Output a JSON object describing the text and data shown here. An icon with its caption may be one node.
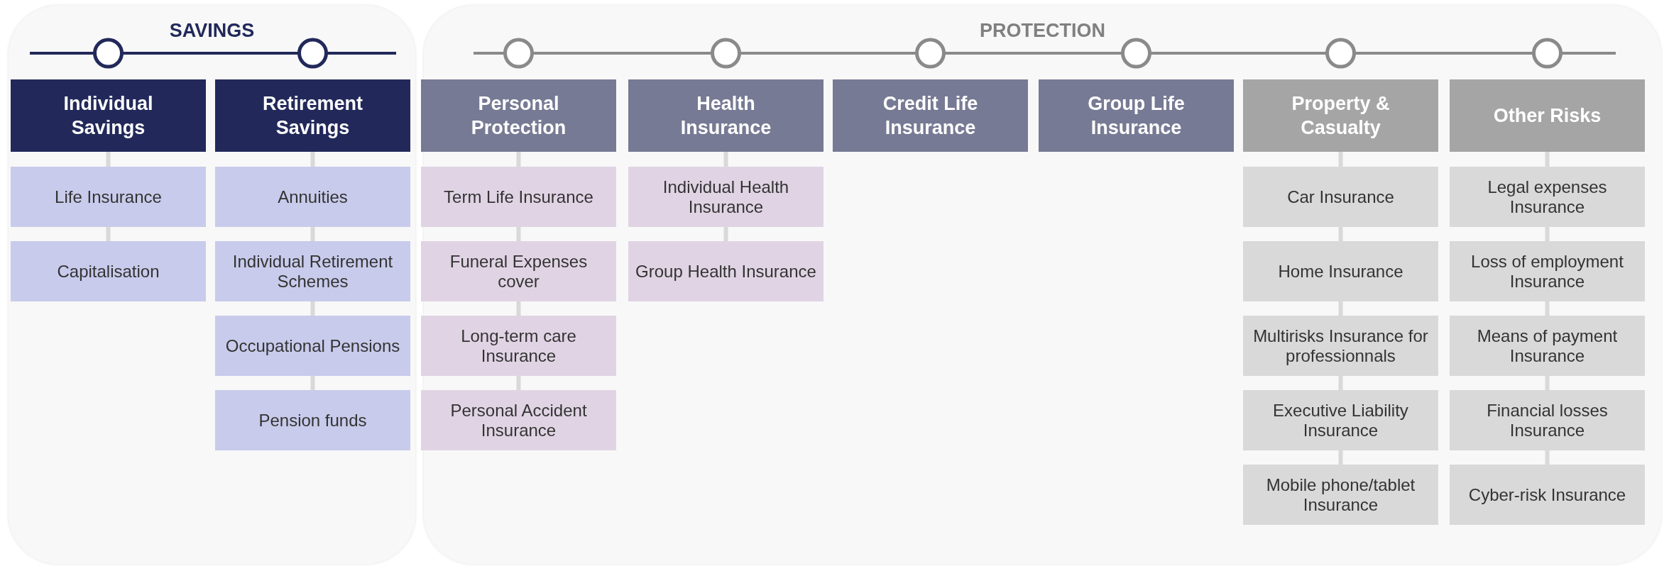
{
  "diagram": {
    "nodes": [
      {
        "text": [
          "SAVINGS"
        ]
      },
      {
        "text": [
          "Individual Savings"
        ],
        "in": 0
      },
      {
        "text": [
          "Life Insurance"
        ],
        "in": 0
      },
      {
        "text": [
          "Capitalisation"
        ],
        "in": 0
      },
      {
        "text": [
          "Retirement Savings"
        ],
        "in": 0
      },
      {
        "text": [
          "Annuities"
        ],
        "in": 0
      },
      {
        "text": [
          "Individual Retirement Schemes"
        ],
        "in": 0
      },
      {
        "text": [
          "Occupational Pensions"
        ],
        "in": 0
      },
      {
        "text": [
          "Pension funds"
        ],
        "in": 0
      },
      {
        "text": [
          "PROTECTION"
        ]
      },
      {
        "text": [
          "Personal Protection"
        ],
        "in": 9
      },
      {
        "text": [
          "Term Life Insurance"
        ],
        "in": 9
      },
      {
        "text": [
          "Funeral Expenses cover"
        ],
        "in": 9
      },
      {
        "text": [
          "Long-term care Insurance"
        ],
        "in": 9
      },
      {
        "text": [
          "Personal Accident Insurance"
        ],
        "in": 9
      },
      {
        "text": [
          "Health Insurance"
        ],
        "in": 9
      },
      {
        "text": [
          "Individual Health Insurance"
        ],
        "in": 9
      },
      {
        "text": [
          "Group Health Insurance"
        ],
        "in": 9
      },
      {
        "text": [
          "Credit Life Insurance"
        ],
        "in": 9
      },
      {
        "text": [
          "Group Life Insurance"
        ],
        "in": 9
      },
      {
        "text": [
          "Property & Casualty"
        ],
        "in": 9
      },
      {
        "text": [
          "Car Insurance"
        ],
        "in": 9
      },
      {
        "text": [
          "Home Insurance"
        ],
        "in": 9
      },
      {
        "text": [
          "Multirisks Insurance for professionnals"
        ],
        "in": 9
      },
      {
        "text": [
          "Executive Liability Insurance"
        ],
        "in": 9
      },
      {
        "text": [
          "Mobile phone/tablet Insurance"
        ],
        "in": 9
      },
      {
        "text": [
          "Other Risks"
        ],
        "in": 9
      },
      {
        "text": [
          "Legal expenses Insurance"
        ],
        "in": 9
      },
      {
        "text": [
          "Loss of employment Insurance"
        ],
        "in": 9
      },
      {
        "text": [
          "Means of payment Insurance"
        ],
        "in": 9
      },
      {
        "text": [
          "Financial losses Insurance"
        ],
        "in": 9
      },
      {
        "text": [
          "Cyber-risk Insurance"
        ],
        "in": 9
      }
    ],
    "edges": [
      {
        "from": 1,
        "to": 2,
        "arrow": "none"
      },
      {
        "from": 2,
        "to": 3,
        "arrow": "none"
      },
      {
        "from": 4,
        "to": 5,
        "arrow": "none"
      },
      {
        "from": 5,
        "to": 6,
        "arrow": "none"
      },
      {
        "from": 6,
        "to": 7,
        "arrow": "none"
      },
      {
        "from": 7,
        "to": 8,
        "arrow": "none"
      },
      {
        "from": 10,
        "to": 11,
        "arrow": "none"
      },
      {
        "from": 11,
        "to": 12,
        "arrow": "none"
      },
      {
        "from": 12,
        "to": 13,
        "arrow": "none"
      },
      {
        "from": 13,
        "to": 14,
        "arrow": "none"
      },
      {
        "from": 15,
        "to": 16,
        "arrow": "none"
      },
      {
        "from": 16,
        "to": 17,
        "arrow": "none"
      },
      {
        "from": 20,
        "to": 21,
        "arrow": "none"
      },
      {
        "from": 21,
        "to": 22,
        "arrow": "none"
      },
      {
        "from": 22,
        "to": 23,
        "arrow": "none"
      },
      {
        "from": 23,
        "to": 24,
        "arrow": "none"
      },
      {
        "from": 24,
        "to": 25,
        "arrow": "none"
      },
      {
        "from": 26,
        "to": 27,
        "arrow": "none"
      },
      {
        "from": 27,
        "to": 28,
        "arrow": "none"
      },
      {
        "from": 28,
        "to": 29,
        "arrow": "none"
      },
      {
        "from": 29,
        "to": 30,
        "arrow": "none"
      },
      {
        "from": 30,
        "to": 31,
        "arrow": "none"
      }
    ]
  }
}
